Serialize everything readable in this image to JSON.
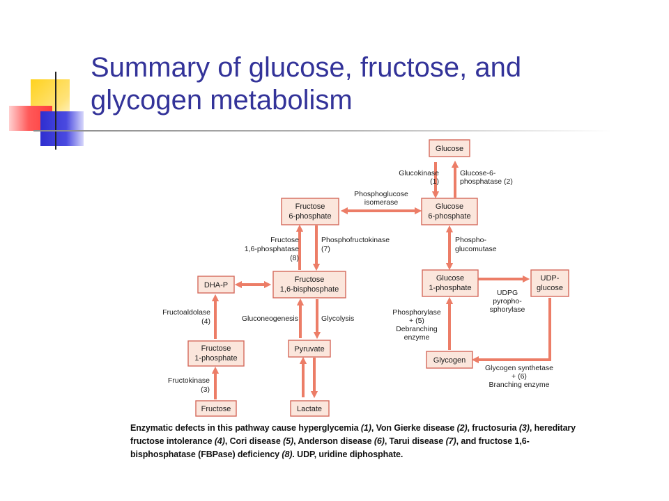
{
  "slide": {
    "title": "Summary of glucose, fructose, and glycogen metabolism"
  },
  "colors": {
    "title": "#333399",
    "arrow": "#ec7d67",
    "box_fill": "#fbe6dc",
    "box_border": "#d46a5c",
    "deco_yellow": "#ffd21e",
    "deco_red": "#ff5050",
    "deco_blue": "#3b3bd8"
  },
  "diagram": {
    "nodes": {
      "glucose": [
        "Glucose"
      ],
      "glucose_6p": [
        "Glucose",
        "6-phosphate"
      ],
      "fructose_6p": [
        "Fructose",
        "6-phosphate"
      ],
      "fructose_16bp": [
        "Fructose",
        "1,6-bisphosphate"
      ],
      "dhap": [
        "DHA-P"
      ],
      "fructose_1p": [
        "Fructose",
        "1-phosphate"
      ],
      "fructose": [
        "Fructose"
      ],
      "pyruvate": [
        "Pyruvate"
      ],
      "lactate": [
        "Lactate"
      ],
      "glucose_1p": [
        "Glucose",
        "1-phosphate"
      ],
      "udp_glucose": [
        "UDP-",
        "glucose"
      ],
      "glycogen": [
        "Glycogen"
      ]
    },
    "labels": {
      "glucokinase": [
        "Glucokinase",
        "(1)"
      ],
      "g6pase": [
        "Glucose-6-",
        "phosphatase (2)"
      ],
      "phosphoglucose_isomerase": [
        "Phosphoglucose",
        "isomerase"
      ],
      "fbpase": [
        "Fructose",
        "1,6-phosphatase",
        "(8)"
      ],
      "pfk": [
        "Phosphofructokinase",
        "(7)"
      ],
      "phosphoglucomutase": [
        "Phospho-",
        "glucomutase"
      ],
      "fructoaldolase": [
        "Fructoaldolase",
        "(4)"
      ],
      "gluconeogenesis": [
        "Gluconeogenesis"
      ],
      "glycolysis": [
        "Glycolysis"
      ],
      "udpg_pyrophosphorylase": [
        "UDPG",
        "pyropho-",
        "sphorylase"
      ],
      "phosphorylase": [
        "Phosphorylase",
        "+ (5)",
        "Debranching",
        "enzyme"
      ],
      "fructokinase": [
        "Fructokinase",
        "(3)"
      ],
      "glycogen_synthetase": [
        "Glycogen synthetase",
        "+ (6)",
        "Branching enzyme"
      ]
    }
  },
  "caption": {
    "segments": [
      {
        "text": "Enzymatic defects in this pathway cause hyperglycemia ",
        "italic": false
      },
      {
        "text": "(1)",
        "italic": true
      },
      {
        "text": ", Von Gierke disease ",
        "italic": false
      },
      {
        "text": "(2)",
        "italic": true
      },
      {
        "text": ", fructosuria ",
        "italic": false
      },
      {
        "text": "(3)",
        "italic": true
      },
      {
        "text": ", hereditary fructose intolerance ",
        "italic": false
      },
      {
        "text": "(4)",
        "italic": true
      },
      {
        "text": ", Cori disease ",
        "italic": false
      },
      {
        "text": "(5)",
        "italic": true
      },
      {
        "text": ", Anderson disease ",
        "italic": false
      },
      {
        "text": "(6)",
        "italic": true
      },
      {
        "text": ", Tarui disease ",
        "italic": false
      },
      {
        "text": "(7)",
        "italic": true
      },
      {
        "text": ", and fructose 1,6-bisphosphatase (FBPase) deficiency ",
        "italic": false
      },
      {
        "text": "(8)",
        "italic": true
      },
      {
        "text": ". UDP, uridine diphosphate.",
        "italic": false
      }
    ]
  }
}
